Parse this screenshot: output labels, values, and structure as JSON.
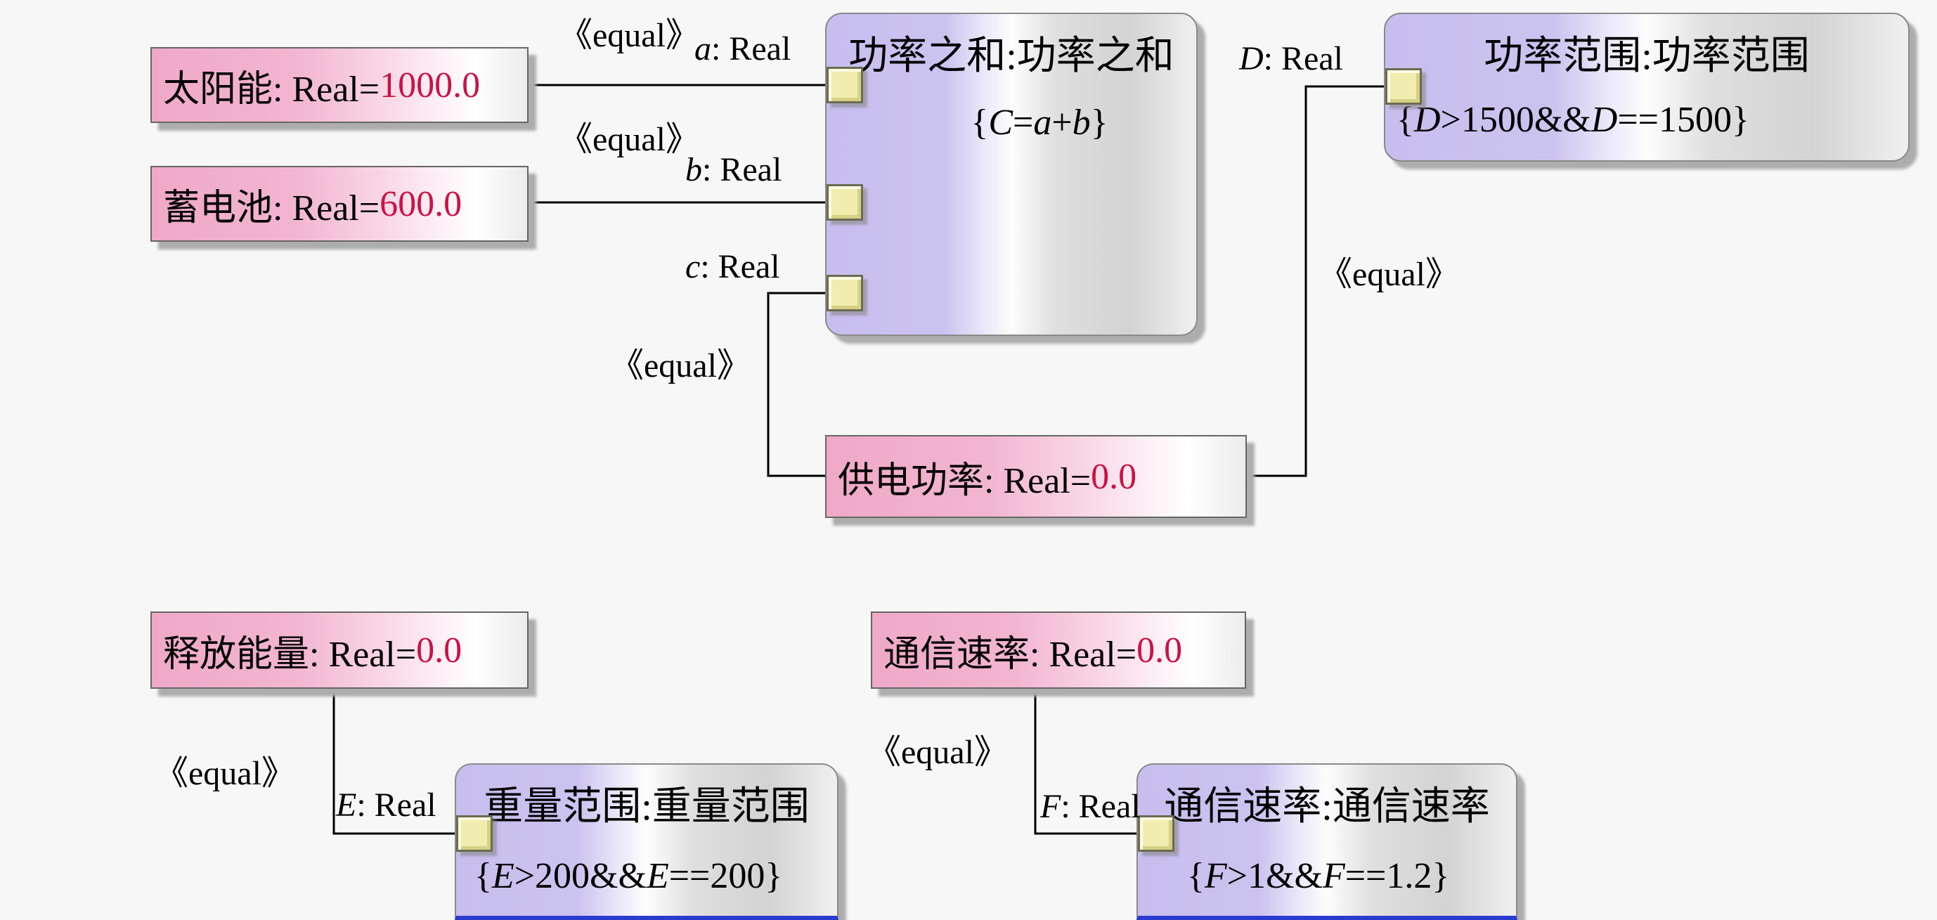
{
  "colors": {
    "background": "#f7f7f7",
    "value_box_pink": "#efa9c7",
    "constraint_lavender": "#c7beee",
    "port_yellow": "#f0edaf",
    "value_red": "#cc1144",
    "connector": "#000000",
    "clip_line_blue": "#2b3bd0"
  },
  "value_boxes": {
    "solar": {
      "label": "太阳能: Real=",
      "value": "1000.0"
    },
    "battery": {
      "label": "蓄电池: Real=",
      "value": "600.0"
    },
    "supply": {
      "label": "供电功率: Real=",
      "value": "0.0"
    },
    "release": {
      "label": "释放能量: Real=",
      "value": "0.0"
    },
    "comm": {
      "label": "通信速率: Real=",
      "value": "0.0"
    }
  },
  "constraint_blocks": {
    "power_sum": {
      "title": "功率之和:功率之和",
      "constraint": "{C=a+b}",
      "constraint_segments": [
        [
          "{",
          0
        ],
        [
          "C",
          1
        ],
        [
          "=",
          0
        ],
        [
          "a",
          1
        ],
        [
          "+",
          0
        ],
        [
          "b",
          1
        ],
        [
          "}",
          0
        ]
      ]
    },
    "power_range": {
      "title": "功率范围:功率范围",
      "constraint": "{D>1500&&D==1500}",
      "constraint_segments": [
        [
          "{",
          0
        ],
        [
          "D",
          1
        ],
        [
          ">1500&&",
          0
        ],
        [
          "D",
          1
        ],
        [
          "==1500}",
          0
        ]
      ]
    },
    "weight_range": {
      "title": "重量范围:重量范围",
      "constraint": "{E>200&&E==200}",
      "constraint_segments": [
        [
          "{",
          0
        ],
        [
          "E",
          1
        ],
        [
          ">200&&",
          0
        ],
        [
          "E",
          1
        ],
        [
          "==200}",
          0
        ]
      ]
    },
    "comm_rate": {
      "title": "通信速率:通信速率",
      "constraint": "{F>1&&F==1.2}",
      "constraint_segments": [
        [
          "{",
          0
        ],
        [
          "F",
          1
        ],
        [
          ">1&&",
          0
        ],
        [
          "F",
          1
        ],
        [
          "==1.2}",
          0
        ]
      ]
    }
  },
  "port_labels": {
    "a": [
      [
        "a",
        1
      ],
      [
        ": Real",
        0
      ]
    ],
    "b": [
      [
        "b",
        1
      ],
      [
        ": Real",
        0
      ]
    ],
    "c": [
      [
        "c",
        1
      ],
      [
        ": Real",
        0
      ]
    ],
    "D": [
      [
        "D",
        1
      ],
      [
        ": Real",
        0
      ]
    ],
    "E": [
      [
        "E",
        1
      ],
      [
        ": Real",
        0
      ]
    ],
    "F": [
      [
        "F",
        1
      ],
      [
        ": Real",
        0
      ]
    ]
  },
  "stereotype_label": "《equal》"
}
